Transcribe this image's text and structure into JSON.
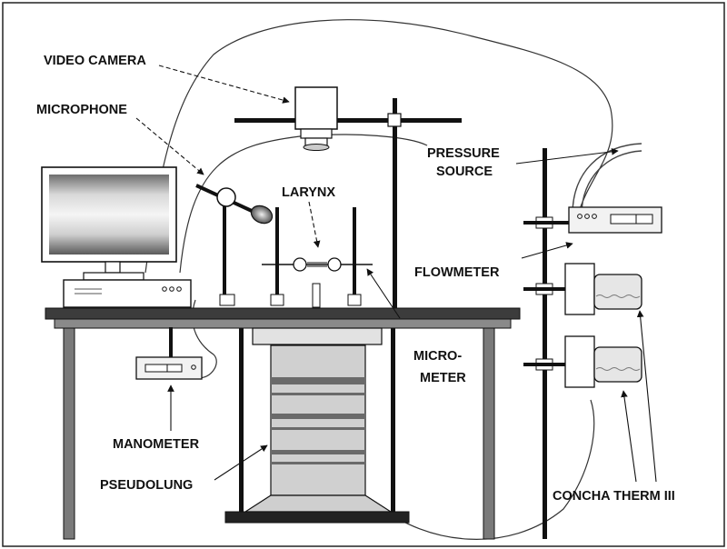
{
  "labels": {
    "video_camera": "VIDEO CAMERA",
    "microphone": "MICROPHONE",
    "larynx": "LARYNX",
    "pressure_line1": "PRESSURE",
    "pressure_line2": "SOURCE",
    "flowmeter": "FLOWMETER",
    "micrometer_line1": "MICRO-",
    "micrometer_line2": "METER",
    "manometer": "MANOMETER",
    "pseudolung": "PSEUDOLUNG",
    "concha_therm": "CONCHA THERM III"
  },
  "colors": {
    "ink": "#111111",
    "table_top": "#505050",
    "leg": "#7a7a7a",
    "device_fill": "#f2f2f2",
    "lung_light": "#d2d2d2",
    "lung_dark": "#6a6a6a"
  }
}
